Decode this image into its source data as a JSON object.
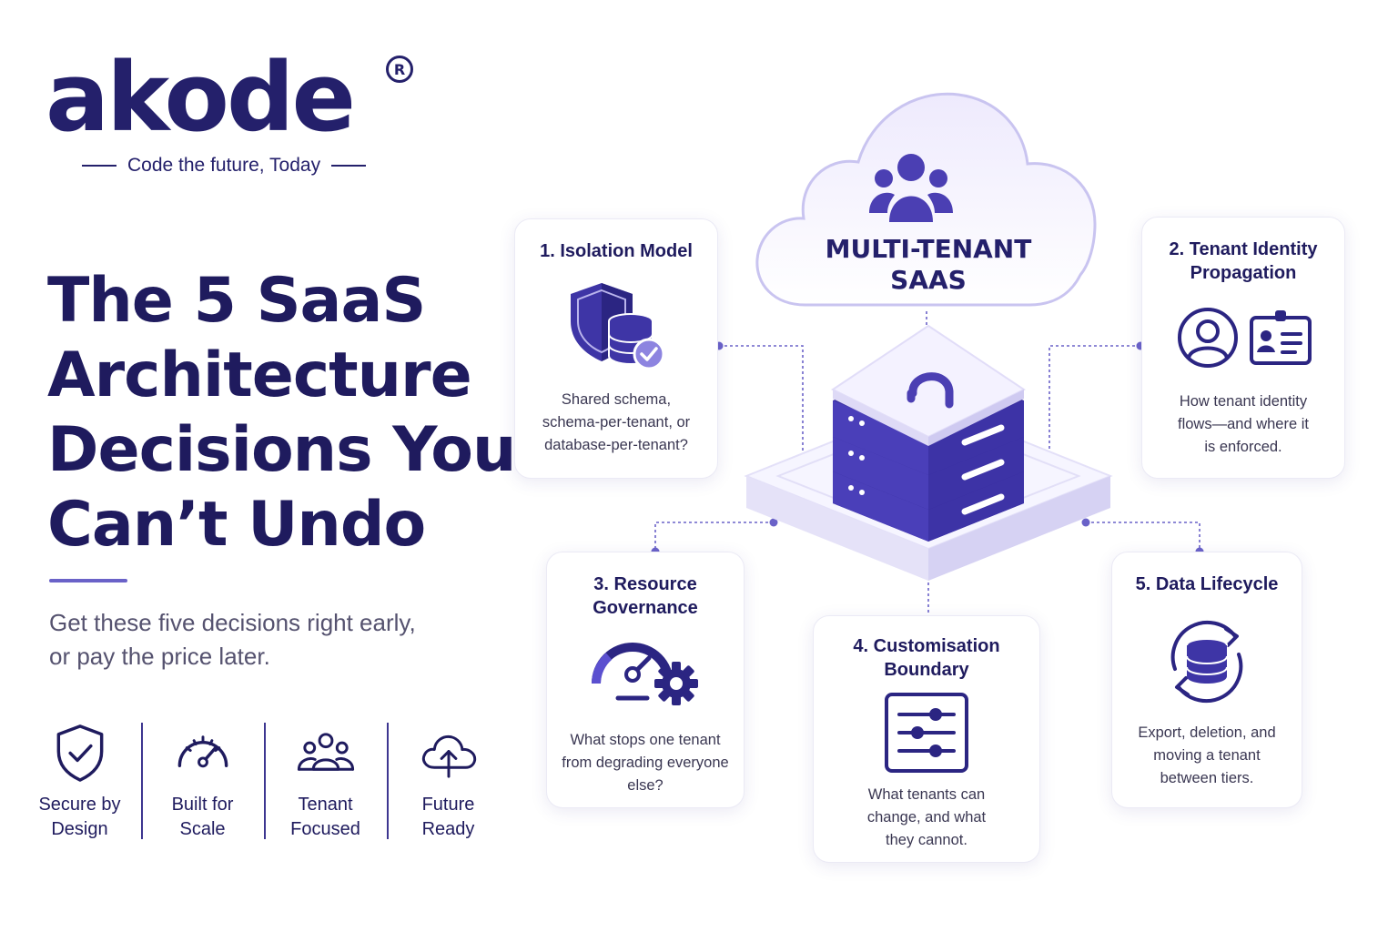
{
  "brand": {
    "logo_text": "akode",
    "registered_mark": "R",
    "tagline": "Code the future, Today"
  },
  "headline": {
    "lines": [
      "The 5 SaaS",
      "Architecture",
      "Decisions You",
      "Can’t Undo"
    ]
  },
  "subtitle": {
    "lines": [
      "Get these five decisions right early,",
      "or pay the price later."
    ]
  },
  "features": [
    {
      "icon": "shield-check-icon",
      "label_1": "Secure by",
      "label_2": "Design"
    },
    {
      "icon": "speedometer-icon",
      "label_1": "Built for",
      "label_2": "Scale"
    },
    {
      "icon": "team-icon",
      "label_1": "Tenant",
      "label_2": "Focused"
    },
    {
      "icon": "cloud-upload-icon",
      "label_1": "Future",
      "label_2": "Ready"
    }
  ],
  "hub": {
    "title_1": "MULTI-TENANT",
    "title_2": "SAAS",
    "cloud_icon": "users-group-icon",
    "server_icon": "server-stack-icon"
  },
  "decisions": [
    {
      "title_1": "1. Isolation Model",
      "title_2": "",
      "icon": "shield-database-icon",
      "desc": [
        "Shared schema,",
        "schema-per-tenant, or",
        "database-per-tenant?"
      ]
    },
    {
      "title_1": "2. Tenant Identity",
      "title_2": "Propagation",
      "icon": "user-id-card-icon",
      "desc": [
        "How tenant identity",
        "flows—and where it",
        "is enforced."
      ]
    },
    {
      "title_1": "3. Resource",
      "title_2": "Governance",
      "icon": "gauge-gear-icon",
      "desc": [
        "What stops one tenant",
        "from degrading everyone",
        "else?"
      ]
    },
    {
      "title_1": "4. Customisation",
      "title_2": "Boundary",
      "icon": "sliders-icon",
      "desc": [
        "What tenants can",
        "change, and what",
        "they cannot."
      ]
    },
    {
      "title_1": "5. Data Lifecycle",
      "title_2": "",
      "icon": "database-cycle-icon",
      "desc": [
        "Export, deletion, and",
        "moving a tenant",
        "between tiers."
      ]
    }
  ],
  "colors": {
    "navy": "#1f1b5e",
    "indigo": "#3d3690",
    "accent": "#6a62c8",
    "lavender": "#b9b4ec",
    "check": "#8d84e0"
  }
}
